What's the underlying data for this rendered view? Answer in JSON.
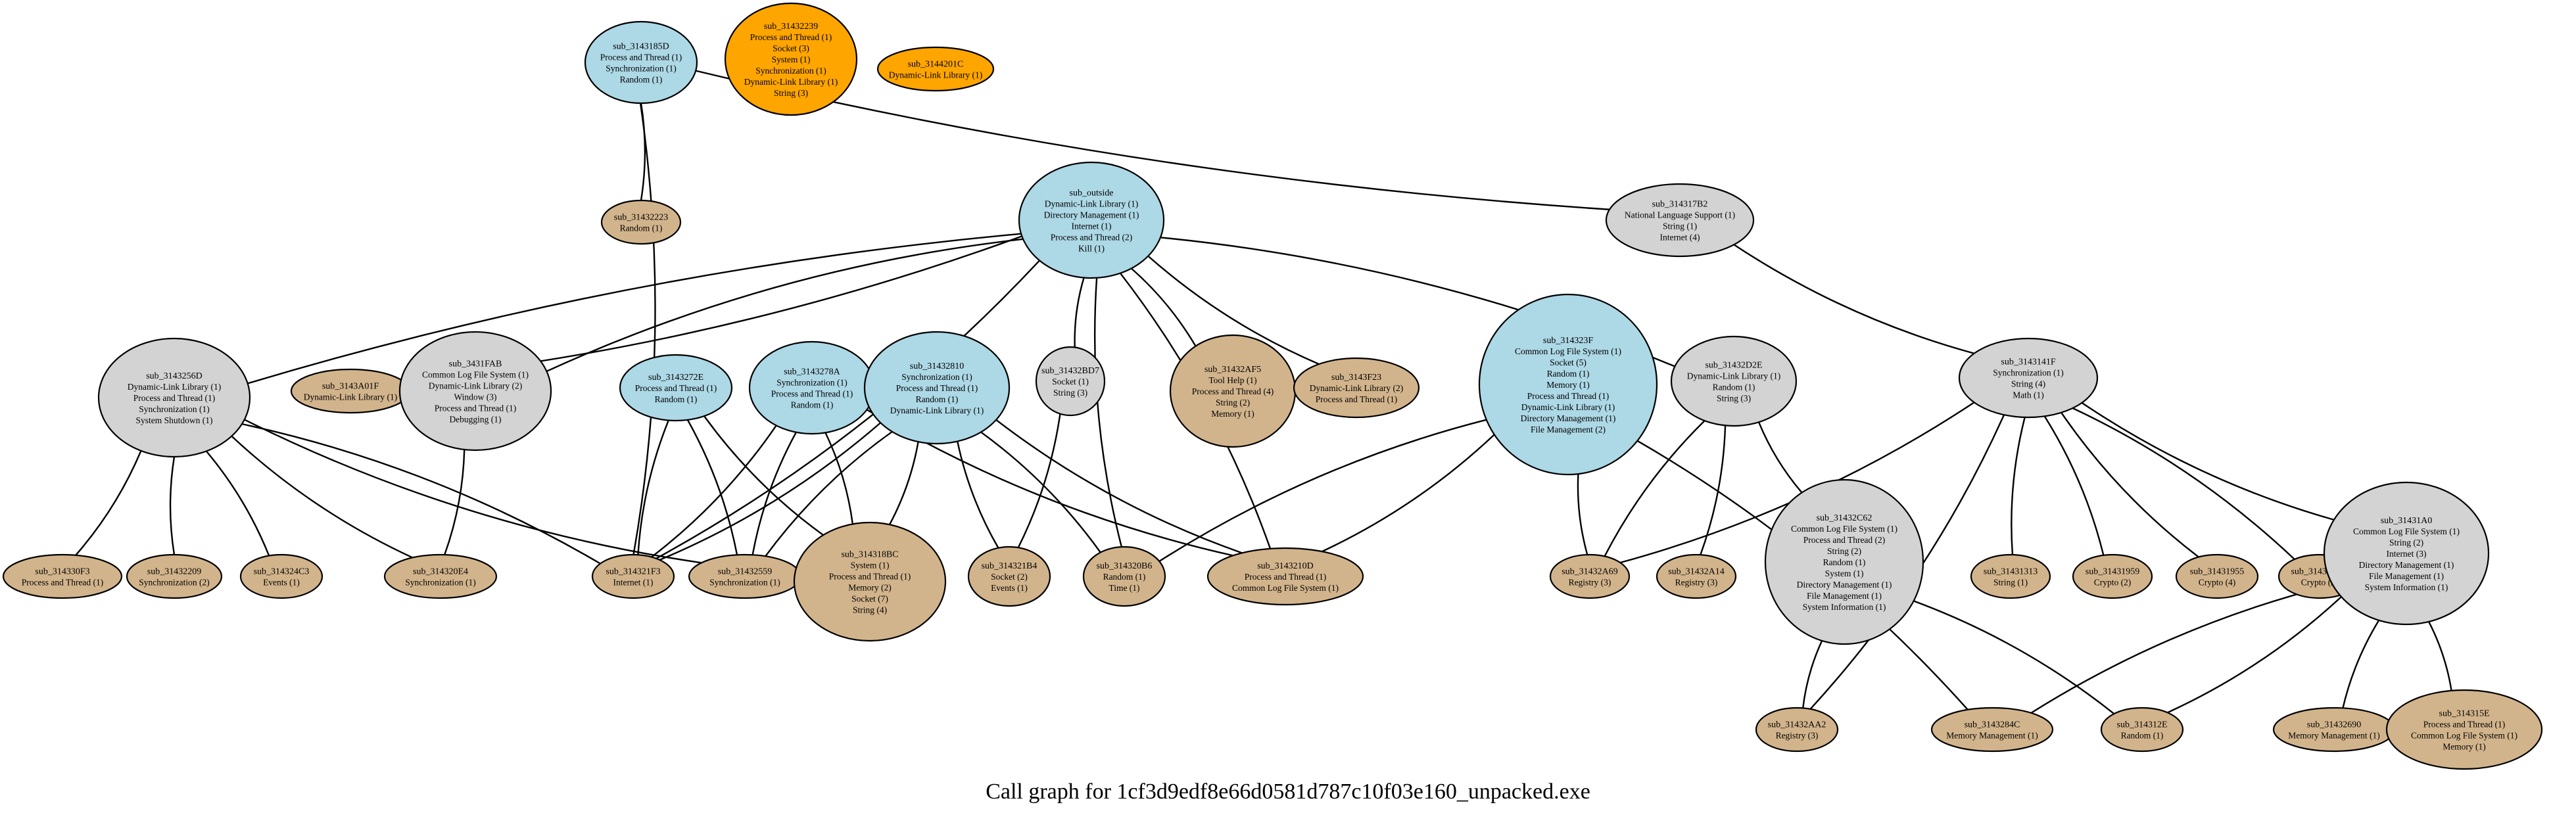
{
  "caption": "Call graph for 1cf3d9edf8e66d0581d787c10f03e160_unpacked.exe",
  "colors": {
    "light_blue": "#add8e6",
    "orange": "#ffa500",
    "grey": "#d3d3d3",
    "tan": "#d2b48c",
    "edge": "#000000"
  },
  "nodes": [
    {
      "id": "sub_3143185D",
      "color": "light_blue",
      "label": "sub_3143185D",
      "lines": [
        "Process and Thread (1)",
        "Synchronization (1)",
        "Random (1)"
      ]
    },
    {
      "id": "sub_31432239",
      "color": "orange",
      "label": "sub_31432239",
      "lines": [
        "Process and Thread (1)",
        "Socket (3)",
        "System (1)",
        "Synchronization (1)",
        "Dynamic-Link Library (1)",
        "String (3)"
      ]
    },
    {
      "id": "sub_3144201C",
      "color": "orange",
      "label": "sub_3144201C",
      "lines": [
        "Dynamic-Link Library (1)"
      ]
    },
    {
      "id": "sub_31432223",
      "color": "tan",
      "label": "sub_31432223",
      "lines": [
        "Random (1)"
      ]
    },
    {
      "id": "sub_outside",
      "color": "light_blue",
      "label": "sub_outside",
      "lines": [
        "Dynamic-Link Library (1)",
        "Directory Management (1)",
        "Internet (1)",
        "Process and Thread (2)",
        "Kill (1)"
      ]
    },
    {
      "id": "sub_314317B2",
      "color": "grey",
      "label": "sub_314317B2",
      "lines": [
        "National Language Support (1)",
        "String (1)",
        "Internet (4)"
      ]
    },
    {
      "id": "sub_3143256D",
      "color": "grey",
      "label": "sub_3143256D",
      "lines": [
        "Dynamic-Link Library (1)",
        "Process and Thread (1)",
        "Synchronization (1)",
        "System Shutdown (1)"
      ]
    },
    {
      "id": "sub_3143A01F",
      "color": "tan",
      "label": "sub_3143A01F",
      "lines": [
        "Dynamic-Link Library (1)"
      ]
    },
    {
      "id": "sub_3431FAB",
      "color": "grey",
      "label": "sub_3431FAB",
      "lines": [
        "Common Log File System (1)",
        "Dynamic-Link Library (2)",
        "Window (3)",
        "Process and Thread (1)",
        "Debugging (1)"
      ]
    },
    {
      "id": "sub_3143272E",
      "color": "light_blue",
      "label": "sub_3143272E",
      "lines": [
        "Process and Thread (1)",
        "Random (1)"
      ]
    },
    {
      "id": "sub_3143278A",
      "color": "light_blue",
      "label": "sub_3143278A",
      "lines": [
        "Synchronization (1)",
        "Process and Thread (1)",
        "Random (1)"
      ]
    },
    {
      "id": "sub_31432810",
      "color": "light_blue",
      "label": "sub_31432810",
      "lines": [
        "Synchronization (1)",
        "Process and Thread (1)",
        "Random (1)",
        "Dynamic-Link Library (1)"
      ]
    },
    {
      "id": "sub_31432BD7",
      "color": "grey",
      "label": "sub_31432BD7",
      "lines": [
        "Socket (1)",
        "String (3)"
      ]
    },
    {
      "id": "sub_31432AF5",
      "color": "tan",
      "label": "sub_31432AF5",
      "lines": [
        "Tool Help (1)",
        "Process and Thread (4)",
        "String (2)",
        "Memory (1)"
      ]
    },
    {
      "id": "sub_3143F23",
      "color": "tan",
      "label": "sub_3143F23",
      "lines": [
        "Dynamic-Link Library (2)",
        "Process and Thread (1)"
      ]
    },
    {
      "id": "sub_314323F",
      "color": "light_blue",
      "label": "sub_314323F",
      "lines": [
        "Common Log File System (1)",
        "Socket (5)",
        "Random (1)",
        "Memory (1)",
        "Process and Thread (1)",
        "Dynamic-Link Library (1)",
        "Directory Management (1)",
        "File Management (2)"
      ]
    },
    {
      "id": "sub_31432D2E",
      "color": "grey",
      "label": "sub_31432D2E",
      "lines": [
        "Dynamic-Link Library (1)",
        "Random (1)",
        "String (3)"
      ]
    },
    {
      "id": "sub_3143141F",
      "color": "grey",
      "label": "sub_3143141F",
      "lines": [
        "Synchronization (1)",
        "String (4)",
        "Math (1)"
      ]
    },
    {
      "id": "sub_314330F3",
      "color": "tan",
      "label": "sub_314330F3",
      "lines": [
        "Process and Thread (1)"
      ]
    },
    {
      "id": "sub_31432209",
      "color": "tan",
      "label": "sub_31432209",
      "lines": [
        "Synchronization (2)"
      ]
    },
    {
      "id": "sub_314324C3",
      "color": "tan",
      "label": "sub_314324C3",
      "lines": [
        "Events (1)"
      ]
    },
    {
      "id": "sub_314320E4",
      "color": "tan",
      "label": "sub_314320E4",
      "lines": [
        "Synchronization (1)"
      ]
    },
    {
      "id": "sub_314321F3",
      "color": "tan",
      "label": "sub_314321F3",
      "lines": [
        "Internet (1)"
      ]
    },
    {
      "id": "sub_31432559",
      "color": "tan",
      "label": "sub_31432559",
      "lines": [
        "Synchronization (1)"
      ]
    },
    {
      "id": "sub_314318BC",
      "color": "tan",
      "label": "sub_314318BC",
      "lines": [
        "System (1)",
        "Process and Thread (1)",
        "Memory (2)",
        "Socket (7)",
        "String (4)"
      ]
    },
    {
      "id": "sub_314321B4",
      "color": "tan",
      "label": "sub_314321B4",
      "lines": [
        "Socket (2)",
        "Events (1)"
      ]
    },
    {
      "id": "sub_314320B6",
      "color": "tan",
      "label": "sub_314320B6",
      "lines": [
        "Random (1)",
        "Time (1)"
      ]
    },
    {
      "id": "sub_3143210D",
      "color": "tan",
      "label": "sub_3143210D",
      "lines": [
        "Process and Thread (1)",
        "Common Log File System (1)"
      ]
    },
    {
      "id": "sub_31432A69",
      "color": "tan",
      "label": "sub_31432A69",
      "lines": [
        "Registry (3)"
      ]
    },
    {
      "id": "sub_31432A14",
      "color": "tan",
      "label": "sub_31432A14",
      "lines": [
        "Registry (3)"
      ]
    },
    {
      "id": "sub_31432C62",
      "color": "grey",
      "label": "sub_31432C62",
      "lines": [
        "Common Log File System (1)",
        "Process and Thread (2)",
        "String (2)",
        "Random (1)",
        "System (1)",
        "Directory Management (1)",
        "File Management (1)",
        "System Information (1)"
      ]
    },
    {
      "id": "sub_31431313",
      "color": "tan",
      "label": "sub_31431313",
      "lines": [
        "String (1)"
      ]
    },
    {
      "id": "sub_31431959",
      "color": "tan",
      "label": "sub_31431959",
      "lines": [
        "Crypto (2)"
      ]
    },
    {
      "id": "sub_31431955",
      "color": "tan",
      "label": "sub_31431955",
      "lines": [
        "Crypto (4)"
      ]
    },
    {
      "id": "sub_314318EA",
      "color": "tan",
      "label": "sub_314318EA",
      "lines": [
        "Crypto (2)"
      ]
    },
    {
      "id": "sub_31431A0",
      "color": "grey",
      "label": "sub_31431A0",
      "lines": [
        "Common Log File System (1)",
        "String (2)",
        "Internet (3)",
        "Directory Management (1)",
        "File Management (1)",
        "System Information (1)"
      ]
    },
    {
      "id": "sub_31432AA2",
      "color": "tan",
      "label": "sub_31432AA2",
      "lines": [
        "Registry (3)"
      ]
    },
    {
      "id": "sub_3143284C",
      "color": "tan",
      "label": "sub_3143284C",
      "lines": [
        "Memory Management (1)"
      ]
    },
    {
      "id": "sub_314312E",
      "color": "tan",
      "label": "sub_314312E",
      "lines": [
        "Random (1)"
      ]
    },
    {
      "id": "sub_31432690",
      "color": "tan",
      "label": "sub_31432690",
      "lines": [
        "Memory Management (1)"
      ]
    },
    {
      "id": "sub_314315E",
      "color": "tan",
      "label": "sub_314315E",
      "lines": [
        "Process and Thread (1)",
        "Common Log File System (1)",
        "Memory (1)"
      ]
    }
  ],
  "edges": [
    [
      "sub_3143185D",
      "sub_31432223"
    ],
    [
      "sub_3143185D",
      "sub_314317B2"
    ],
    [
      "sub_3143185D",
      "sub_314321F3"
    ],
    [
      "sub_outside",
      "sub_3143256D"
    ],
    [
      "sub_outside",
      "sub_3143A01F"
    ],
    [
      "sub_outside",
      "sub_3431FAB"
    ],
    [
      "sub_outside",
      "sub_314321F3"
    ],
    [
      "sub_outside",
      "sub_31432BD7"
    ],
    [
      "sub_outside",
      "sub_31432AF5"
    ],
    [
      "sub_outside",
      "sub_3143F23"
    ],
    [
      "sub_outside",
      "sub_31432D2E"
    ],
    [
      "sub_outside",
      "sub_314320B6"
    ],
    [
      "sub_outside",
      "sub_3143210D"
    ],
    [
      "sub_314317B2",
      "sub_3143141F"
    ],
    [
      "sub_3143256D",
      "sub_314330F3"
    ],
    [
      "sub_3143256D",
      "sub_31432209"
    ],
    [
      "sub_3143256D",
      "sub_314324C3"
    ],
    [
      "sub_3143256D",
      "sub_314320E4"
    ],
    [
      "sub_3143256D",
      "sub_314321F3"
    ],
    [
      "sub_3143256D",
      "sub_31432559"
    ],
    [
      "sub_3431FAB",
      "sub_314320E4"
    ],
    [
      "sub_3143272E",
      "sub_314321F3"
    ],
    [
      "sub_3143272E",
      "sub_31432559"
    ],
    [
      "sub_3143272E",
      "sub_314318BC"
    ],
    [
      "sub_3143278A",
      "sub_314321F3"
    ],
    [
      "sub_3143278A",
      "sub_31432559"
    ],
    [
      "sub_3143278A",
      "sub_314318BC"
    ],
    [
      "sub_3143278A",
      "sub_3143210D"
    ],
    [
      "sub_31432810",
      "sub_314321F3"
    ],
    [
      "sub_31432810",
      "sub_31432559"
    ],
    [
      "sub_31432810",
      "sub_314318BC"
    ],
    [
      "sub_31432810",
      "sub_314321B4"
    ],
    [
      "sub_31432810",
      "sub_314320B6"
    ],
    [
      "sub_31432810",
      "sub_3143210D"
    ],
    [
      "sub_31432BD7",
      "sub_314321B4"
    ],
    [
      "sub_314323F",
      "sub_314320B6"
    ],
    [
      "sub_314323F",
      "sub_3143210D"
    ],
    [
      "sub_314323F",
      "sub_31432A69"
    ],
    [
      "sub_314323F",
      "sub_3143284C"
    ],
    [
      "sub_31432D2E",
      "sub_31432A69"
    ],
    [
      "sub_31432D2E",
      "sub_31432A14"
    ],
    [
      "sub_31432D2E",
      "sub_31432C62"
    ],
    [
      "sub_3143141F",
      "sub_31432A69"
    ],
    [
      "sub_3143141F",
      "sub_31431313"
    ],
    [
      "sub_3143141F",
      "sub_31431959"
    ],
    [
      "sub_3143141F",
      "sub_31431955"
    ],
    [
      "sub_3143141F",
      "sub_314318EA"
    ],
    [
      "sub_3143141F",
      "sub_31431A0"
    ],
    [
      "sub_3143141F",
      "sub_31432AA2"
    ],
    [
      "sub_31432C62",
      "sub_31432AA2"
    ],
    [
      "sub_31432C62",
      "sub_314312E"
    ],
    [
      "sub_31431A0",
      "sub_3143284C"
    ],
    [
      "sub_31431A0",
      "sub_314312E"
    ],
    [
      "sub_31431A0",
      "sub_31432690"
    ],
    [
      "sub_31431A0",
      "sub_314315E"
    ]
  ]
}
